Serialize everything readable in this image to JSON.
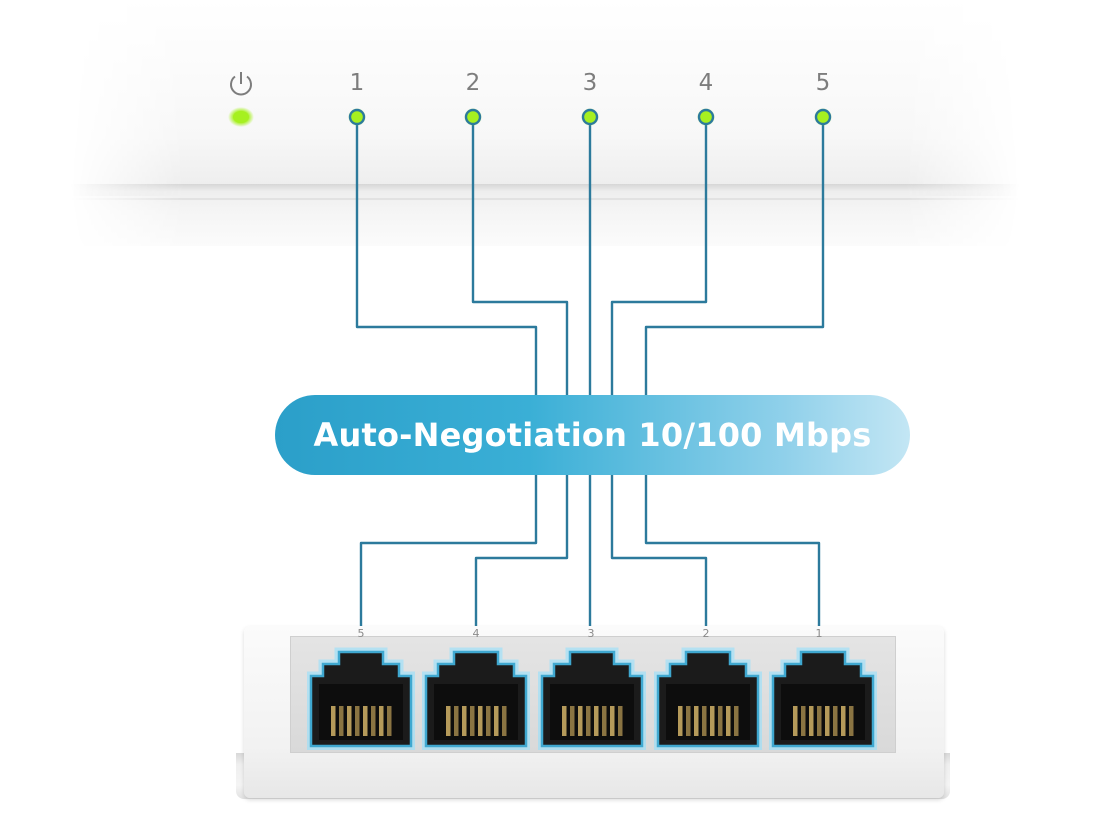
{
  "leds": {
    "power_icon": "power-icon",
    "labels": [
      "1",
      "2",
      "3",
      "4",
      "5"
    ]
  },
  "banner": {
    "text": "Auto-Negotiation 10/100 Mbps"
  },
  "switch": {
    "port_labels": [
      "5",
      "4",
      "3",
      "2",
      "1"
    ]
  },
  "colors": {
    "led_green": "#a6f020",
    "line_blue": "#2c7a9c",
    "pill_start": "#2b9fc9",
    "pill_end": "#c3e6f4",
    "port_glow": "#8ee0ff"
  }
}
